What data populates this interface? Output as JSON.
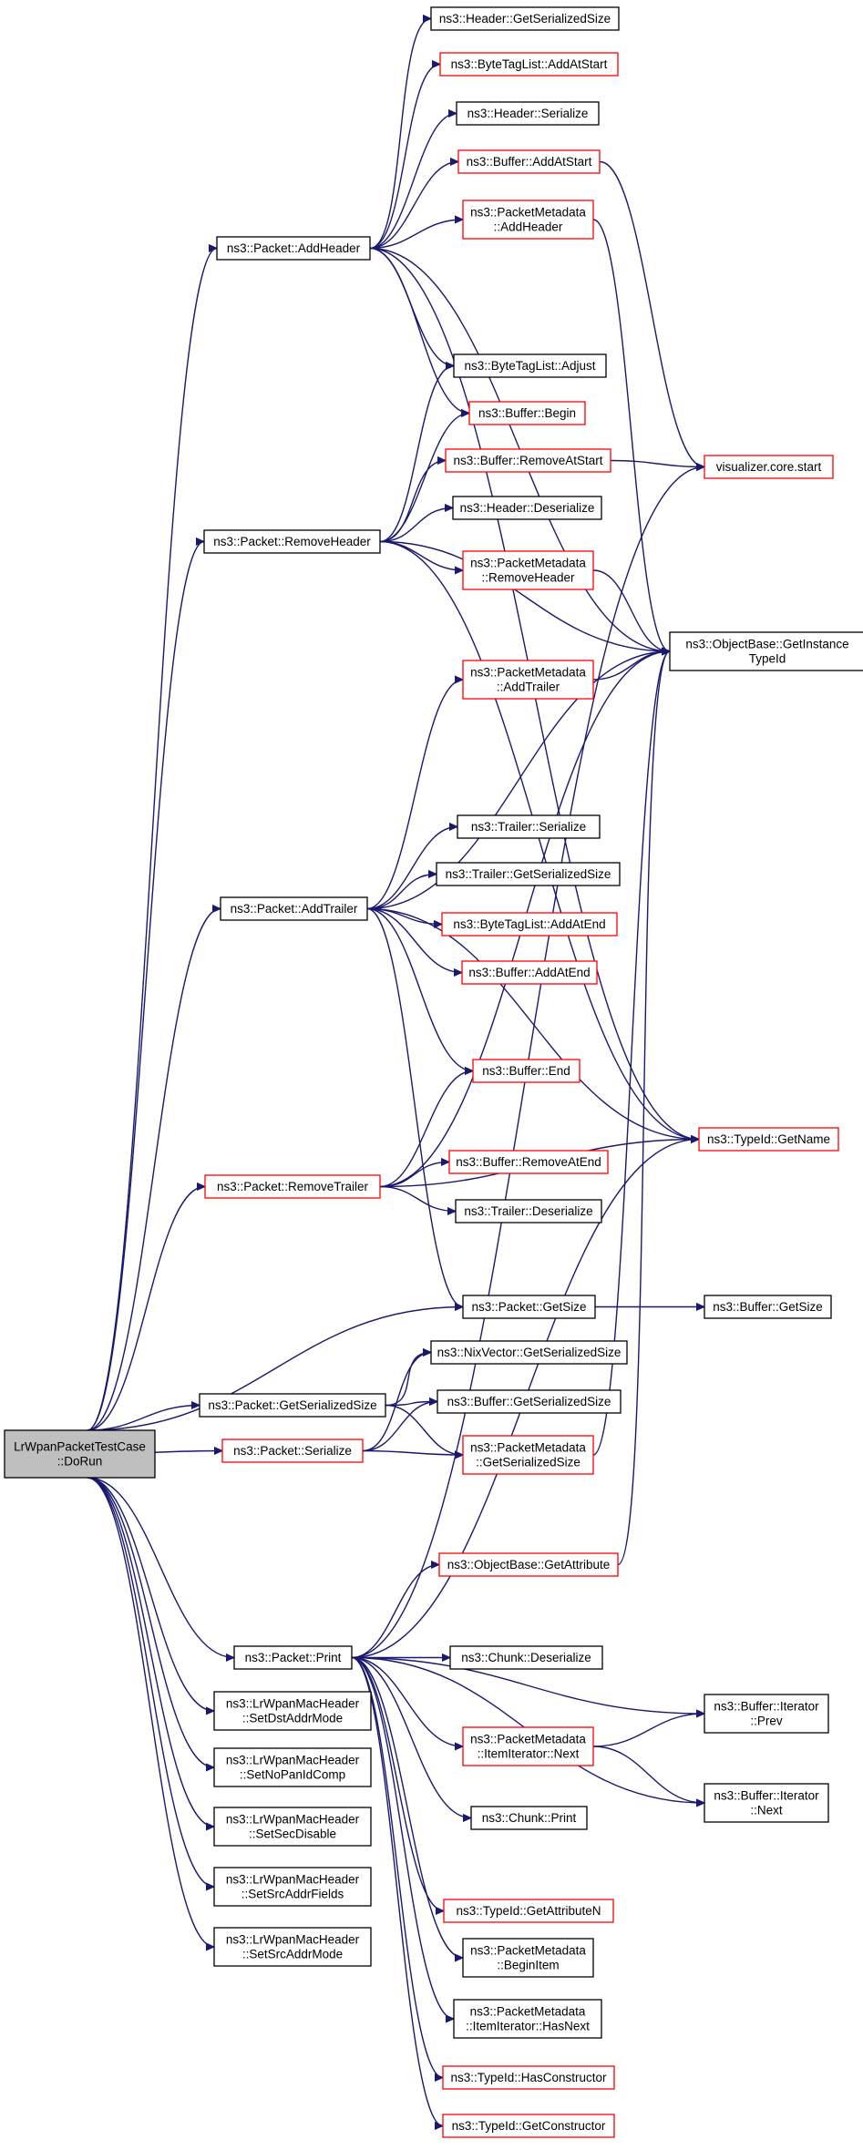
{
  "nodes": [
    {
      "id": "root",
      "lines": [
        "LrWpanPacketTestCase",
        "::DoRun"
      ],
      "kind": "root"
    },
    {
      "id": "addHeader",
      "lines": [
        "ns3::Packet::AddHeader"
      ],
      "kind": "normal"
    },
    {
      "id": "removeHeader",
      "lines": [
        "ns3::Packet::RemoveHeader"
      ],
      "kind": "normal"
    },
    {
      "id": "addTrailer",
      "lines": [
        "ns3::Packet::AddTrailer"
      ],
      "kind": "normal"
    },
    {
      "id": "removeTrailer",
      "lines": [
        "ns3::Packet::RemoveTrailer"
      ],
      "kind": "red"
    },
    {
      "id": "pktGetSerSize",
      "lines": [
        "ns3::Packet::GetSerializedSize"
      ],
      "kind": "normal"
    },
    {
      "id": "pktSerialize",
      "lines": [
        "ns3::Packet::Serialize"
      ],
      "kind": "red"
    },
    {
      "id": "pktPrint",
      "lines": [
        "ns3::Packet::Print"
      ],
      "kind": "normal"
    },
    {
      "id": "setDst",
      "lines": [
        "ns3::LrWpanMacHeader",
        "::SetDstAddrMode"
      ],
      "kind": "normal"
    },
    {
      "id": "setNoPan",
      "lines": [
        "ns3::LrWpanMacHeader",
        "::SetNoPanIdComp"
      ],
      "kind": "normal"
    },
    {
      "id": "setSec",
      "lines": [
        "ns3::LrWpanMacHeader",
        "::SetSecDisable"
      ],
      "kind": "normal"
    },
    {
      "id": "setSrcF",
      "lines": [
        "ns3::LrWpanMacHeader",
        "::SetSrcAddrFields"
      ],
      "kind": "normal"
    },
    {
      "id": "setSrcM",
      "lines": [
        "ns3::LrWpanMacHeader",
        "::SetSrcAddrMode"
      ],
      "kind": "normal"
    },
    {
      "id": "hdrGetSerSize",
      "lines": [
        "ns3::Header::GetSerializedSize"
      ],
      "kind": "normal"
    },
    {
      "id": "btlAddAtStart",
      "lines": [
        "ns3::ByteTagList::AddAtStart"
      ],
      "kind": "red"
    },
    {
      "id": "hdrSerialize",
      "lines": [
        "ns3::Header::Serialize"
      ],
      "kind": "normal"
    },
    {
      "id": "bufAddAtStart",
      "lines": [
        "ns3::Buffer::AddAtStart"
      ],
      "kind": "red"
    },
    {
      "id": "pmAddHeader",
      "lines": [
        "ns3::PacketMetadata",
        "::AddHeader"
      ],
      "kind": "red"
    },
    {
      "id": "btlAdjust",
      "lines": [
        "ns3::ByteTagList::Adjust"
      ],
      "kind": "normal"
    },
    {
      "id": "bufBegin",
      "lines": [
        "ns3::Buffer::Begin"
      ],
      "kind": "red"
    },
    {
      "id": "bufRemoveAtStart",
      "lines": [
        "ns3::Buffer::RemoveAtStart"
      ],
      "kind": "red"
    },
    {
      "id": "hdrDeserialize",
      "lines": [
        "ns3::Header::Deserialize"
      ],
      "kind": "normal"
    },
    {
      "id": "pmRemoveHeader",
      "lines": [
        "ns3::PacketMetadata",
        "::RemoveHeader"
      ],
      "kind": "red"
    },
    {
      "id": "pmAddTrailer",
      "lines": [
        "ns3::PacketMetadata",
        "::AddTrailer"
      ],
      "kind": "red"
    },
    {
      "id": "trSerialize",
      "lines": [
        "ns3::Trailer::Serialize"
      ],
      "kind": "normal"
    },
    {
      "id": "trGetSerSize",
      "lines": [
        "ns3::Trailer::GetSerializedSize"
      ],
      "kind": "normal"
    },
    {
      "id": "btlAddAtEnd",
      "lines": [
        "ns3::ByteTagList::AddAtEnd"
      ],
      "kind": "red"
    },
    {
      "id": "bufAddAtEnd",
      "lines": [
        "ns3::Buffer::AddAtEnd"
      ],
      "kind": "red"
    },
    {
      "id": "bufEnd",
      "lines": [
        "ns3::Buffer::End"
      ],
      "kind": "red"
    },
    {
      "id": "bufRemoveAtEnd",
      "lines": [
        "ns3::Buffer::RemoveAtEnd"
      ],
      "kind": "red"
    },
    {
      "id": "trDeserialize",
      "lines": [
        "ns3::Trailer::Deserialize"
      ],
      "kind": "normal"
    },
    {
      "id": "pktGetSize",
      "lines": [
        "ns3::Packet::GetSize"
      ],
      "kind": "normal"
    },
    {
      "id": "nixGetSerSize",
      "lines": [
        "ns3::NixVector::GetSerializedSize"
      ],
      "kind": "normal"
    },
    {
      "id": "bufGetSerSize",
      "lines": [
        "ns3::Buffer::GetSerializedSize"
      ],
      "kind": "normal"
    },
    {
      "id": "pmGetSerSize",
      "lines": [
        "ns3::PacketMetadata",
        "::GetSerializedSize"
      ],
      "kind": "red"
    },
    {
      "id": "obGetAttr",
      "lines": [
        "ns3::ObjectBase::GetAttribute"
      ],
      "kind": "red"
    },
    {
      "id": "chunkDeserialize",
      "lines": [
        "ns3::Chunk::Deserialize"
      ],
      "kind": "normal"
    },
    {
      "id": "pmItNext",
      "lines": [
        "ns3::PacketMetadata",
        "::ItemIterator::Next"
      ],
      "kind": "red"
    },
    {
      "id": "chunkPrint",
      "lines": [
        "ns3::Chunk::Print"
      ],
      "kind": "normal"
    },
    {
      "id": "tidGetAttrN",
      "lines": [
        "ns3::TypeId::GetAttributeN"
      ],
      "kind": "red"
    },
    {
      "id": "pmBeginItem",
      "lines": [
        "ns3::PacketMetadata",
        "::BeginItem"
      ],
      "kind": "normal"
    },
    {
      "id": "pmItHasNext",
      "lines": [
        "ns3::PacketMetadata",
        "::ItemIterator::HasNext"
      ],
      "kind": "normal"
    },
    {
      "id": "tidHasCtor",
      "lines": [
        "ns3::TypeId::HasConstructor"
      ],
      "kind": "red"
    },
    {
      "id": "tidGetCtor",
      "lines": [
        "ns3::TypeId::GetConstructor"
      ],
      "kind": "red"
    },
    {
      "id": "vizStart",
      "lines": [
        "visualizer.core.start"
      ],
      "kind": "red"
    },
    {
      "id": "obGetInstTid",
      "lines": [
        "ns3::ObjectBase::GetInstance",
        "TypeId"
      ],
      "kind": "normal"
    },
    {
      "id": "tidGetName",
      "lines": [
        "ns3::TypeId::GetName"
      ],
      "kind": "red"
    },
    {
      "id": "bufGetSize",
      "lines": [
        "ns3::Buffer::GetSize"
      ],
      "kind": "normal"
    },
    {
      "id": "bufItPrev",
      "lines": [
        "ns3::Buffer::Iterator",
        "::Prev"
      ],
      "kind": "normal"
    },
    {
      "id": "bufItNext",
      "lines": [
        "ns3::Buffer::Iterator",
        "::Next"
      ],
      "kind": "normal"
    }
  ],
  "edges": [
    [
      "root",
      "addHeader"
    ],
    [
      "root",
      "removeHeader"
    ],
    [
      "root",
      "addTrailer"
    ],
    [
      "root",
      "removeTrailer"
    ],
    [
      "root",
      "pktGetSize"
    ],
    [
      "root",
      "pktGetSerSize"
    ],
    [
      "root",
      "pktSerialize"
    ],
    [
      "root",
      "pktPrint"
    ],
    [
      "root",
      "setDst"
    ],
    [
      "root",
      "setNoPan"
    ],
    [
      "root",
      "setSec"
    ],
    [
      "root",
      "setSrcF"
    ],
    [
      "root",
      "setSrcM"
    ],
    [
      "addHeader",
      "hdrGetSerSize"
    ],
    [
      "addHeader",
      "btlAddAtStart"
    ],
    [
      "addHeader",
      "hdrSerialize"
    ],
    [
      "addHeader",
      "bufAddAtStart"
    ],
    [
      "addHeader",
      "pmAddHeader"
    ],
    [
      "addHeader",
      "btlAdjust"
    ],
    [
      "addHeader",
      "bufBegin"
    ],
    [
      "addHeader",
      "obGetInstTid"
    ],
    [
      "addHeader",
      "tidGetName"
    ],
    [
      "removeHeader",
      "btlAdjust"
    ],
    [
      "removeHeader",
      "bufBegin"
    ],
    [
      "removeHeader",
      "bufRemoveAtStart"
    ],
    [
      "removeHeader",
      "hdrDeserialize"
    ],
    [
      "removeHeader",
      "pmRemoveHeader"
    ],
    [
      "removeHeader",
      "obGetInstTid"
    ],
    [
      "removeHeader",
      "tidGetName"
    ],
    [
      "addTrailer",
      "pmAddTrailer"
    ],
    [
      "addTrailer",
      "obGetInstTid"
    ],
    [
      "addTrailer",
      "trSerialize"
    ],
    [
      "addTrailer",
      "trGetSerSize"
    ],
    [
      "addTrailer",
      "btlAddAtEnd"
    ],
    [
      "addTrailer",
      "bufAddAtEnd"
    ],
    [
      "addTrailer",
      "bufEnd"
    ],
    [
      "addTrailer",
      "tidGetName"
    ],
    [
      "addTrailer",
      "pktGetSize"
    ],
    [
      "removeTrailer",
      "bufEnd"
    ],
    [
      "removeTrailer",
      "obGetInstTid"
    ],
    [
      "removeTrailer",
      "bufRemoveAtEnd"
    ],
    [
      "removeTrailer",
      "trDeserialize"
    ],
    [
      "removeTrailer",
      "tidGetName"
    ],
    [
      "bufAddAtStart",
      "vizStart"
    ],
    [
      "pmAddHeader",
      "obGetInstTid"
    ],
    [
      "bufRemoveAtStart",
      "vizStart"
    ],
    [
      "pmRemoveHeader",
      "obGetInstTid"
    ],
    [
      "pmAddTrailer",
      "obGetInstTid"
    ],
    [
      "pktGetSize",
      "bufGetSize"
    ],
    [
      "pktGetSerSize",
      "nixGetSerSize"
    ],
    [
      "pktGetSerSize",
      "bufGetSerSize"
    ],
    [
      "pktGetSerSize",
      "pmGetSerSize"
    ],
    [
      "pktSerialize",
      "nixGetSerSize"
    ],
    [
      "pktSerialize",
      "bufGetSerSize"
    ],
    [
      "pktSerialize",
      "pmGetSerSize"
    ],
    [
      "pmGetSerSize",
      "obGetInstTid"
    ],
    [
      "obGetAttr",
      "obGetInstTid"
    ],
    [
      "pktPrint",
      "vizStart"
    ],
    [
      "pktPrint",
      "obGetAttr"
    ],
    [
      "pktPrint",
      "tidGetName"
    ],
    [
      "pktPrint",
      "chunkDeserialize"
    ],
    [
      "pktPrint",
      "bufItPrev"
    ],
    [
      "pktPrint",
      "pmItNext"
    ],
    [
      "pktPrint",
      "bufItNext"
    ],
    [
      "pktPrint",
      "chunkPrint"
    ],
    [
      "pktPrint",
      "tidGetAttrN"
    ],
    [
      "pktPrint",
      "pmBeginItem"
    ],
    [
      "pktPrint",
      "pmItHasNext"
    ],
    [
      "pktPrint",
      "tidHasCtor"
    ],
    [
      "pktPrint",
      "tidGetCtor"
    ],
    [
      "pmItNext",
      "bufItPrev"
    ],
    [
      "pmItNext",
      "bufItNext"
    ]
  ]
}
